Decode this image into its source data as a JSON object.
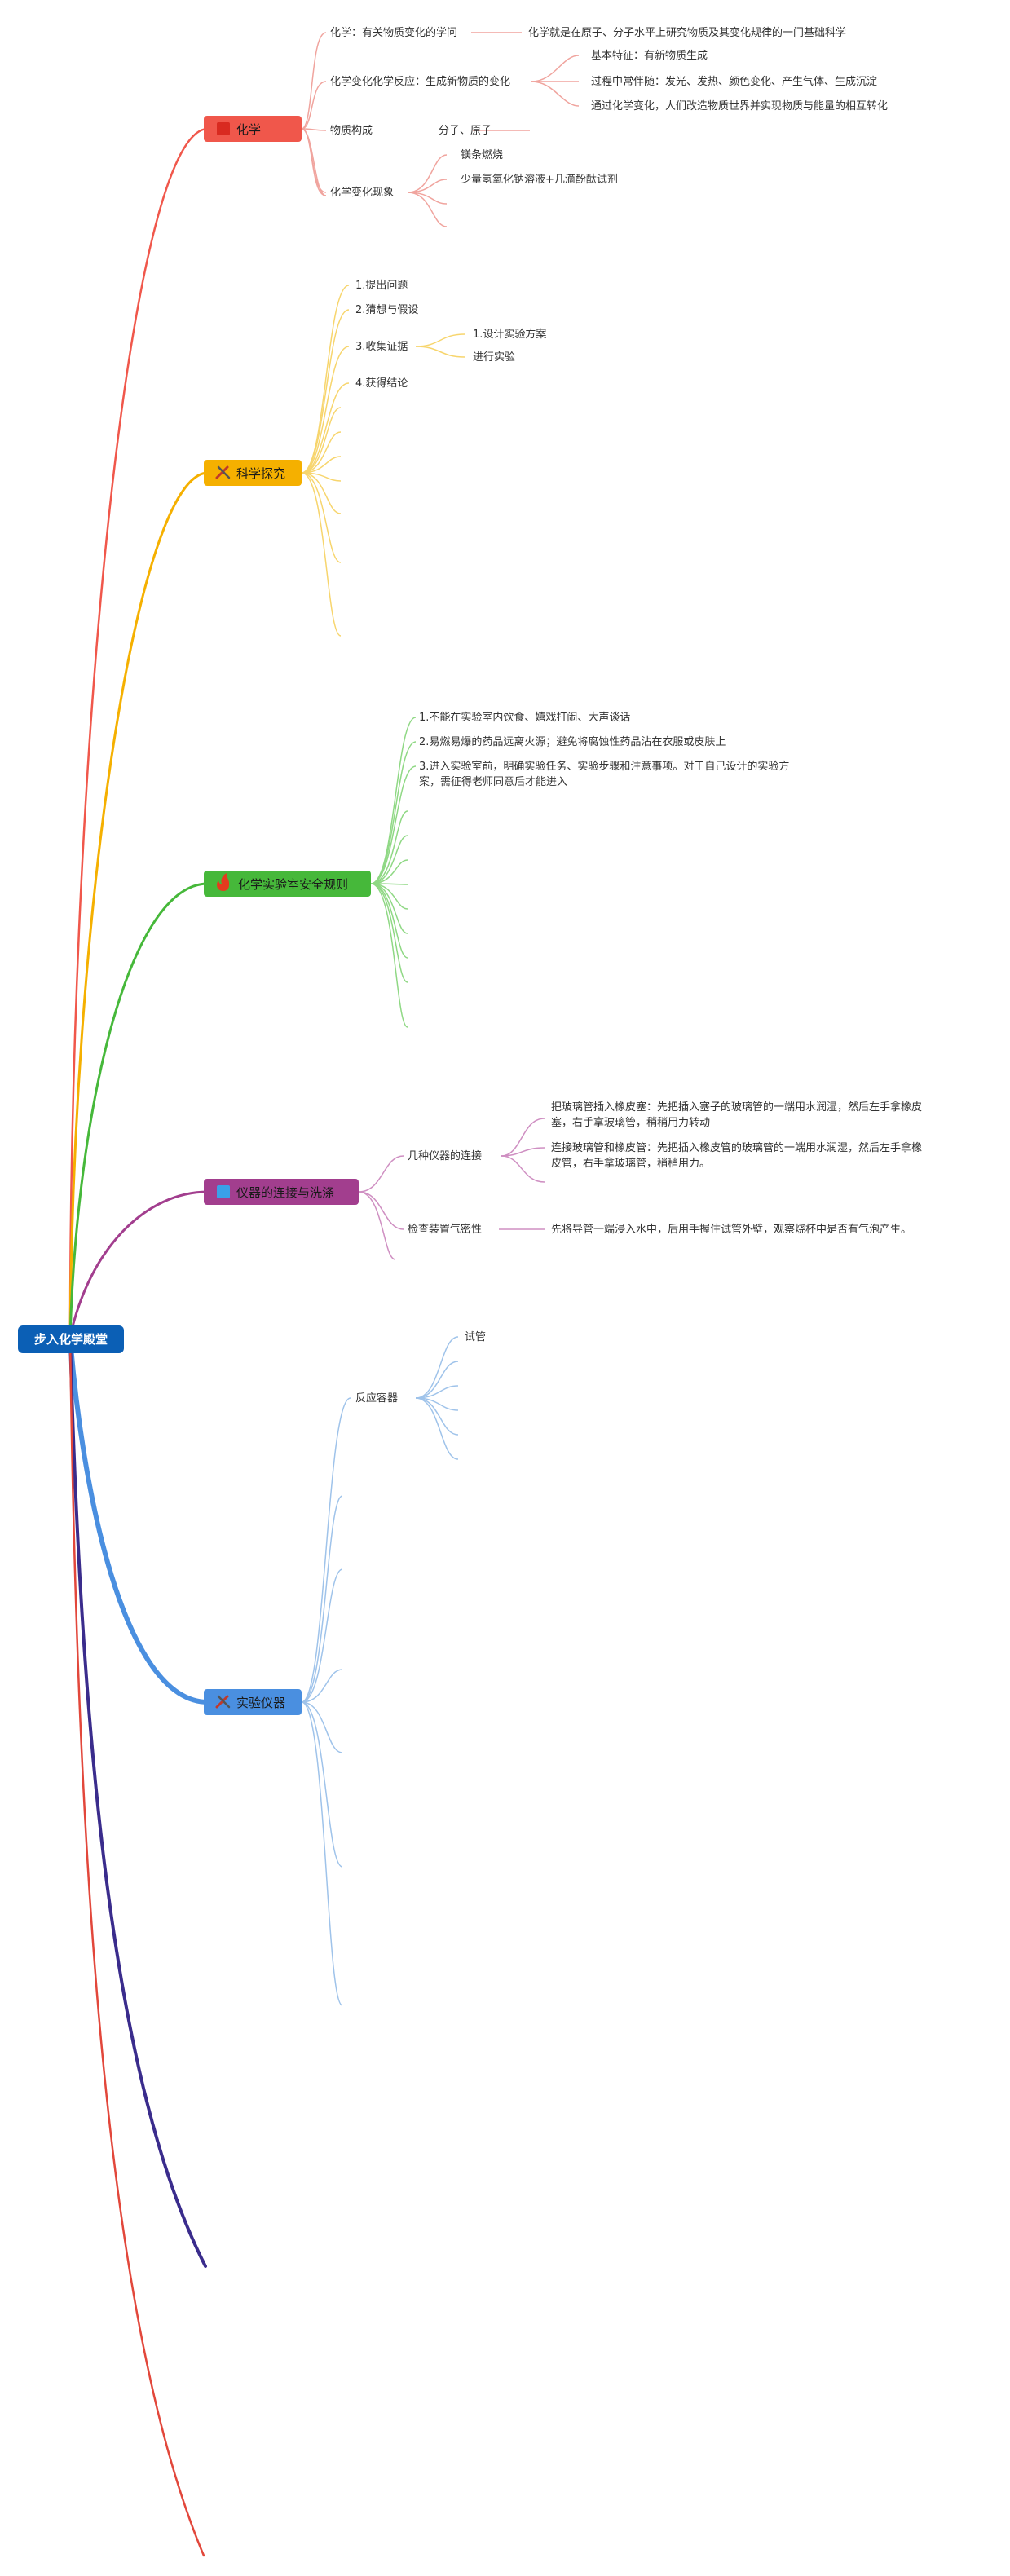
{
  "root": {
    "label": "步入化学殿堂",
    "color": "#0b5fb5"
  },
  "branches": {
    "chemistry": {
      "label": "化学",
      "color": "#f0574b",
      "icon": "red-square-icon",
      "children": [
        "化学：有关物质变化的学问",
        "化学变化化学反应：生成新物质的变化",
        "物质构成",
        "化学变化现象"
      ],
      "leaves": {
        "definition": "化学就是在原子、分子水平上研究物质及其变化规律的一门基础科学",
        "basic_feature": "基本特征：有新物质生成",
        "accompany": "过程中常伴随：发光、发热、颜色变化、产生气体、生成沉淀",
        "transform": "通过化学变化，人们改造物质世界并实现物质与能量的相互转化",
        "composition": "分子、原子",
        "phenomenon_1": "镁条燃烧",
        "phenomenon_2": "少量氢氧化钠溶液+几滴酚酞试剂"
      }
    },
    "inquiry": {
      "label": "科学探究",
      "color": "#f5b000",
      "icon": "tools-icon",
      "children": [
        "1.提出问题",
        "2.猜想与假设",
        "3.收集证据",
        "4.获得结论"
      ],
      "leaves": {
        "design": "1.设计实验方案",
        "conduct": "进行实验"
      }
    },
    "safety": {
      "label": "化学实验室安全规则",
      "color": "#46b83a",
      "icon": "fire-icon",
      "children": [
        "1.不能在实验室内饮食、嬉戏打闹、大声谈话",
        "2.易燃易爆的药品远离火源；避免将腐蚀性药品沾在衣服或皮肤上",
        "3.进入实验室前，明确实验任务、实验步骤和注意事项。对于自己设计的实验方",
        "案，需征得老师同意后才能进入"
      ]
    },
    "connection": {
      "label": "仪器的连接与洗涤",
      "color": "#a23e8e",
      "icon": "blue-square-icon",
      "children": [
        "几种仪器的连接",
        "检查装置气密性"
      ],
      "leaves": {
        "plug_1": "把玻璃管插入橡皮塞：先把插入塞子的玻璃管的一端用水润湿，然后左手拿橡皮",
        "plug_2": "塞，右手拿玻璃管，稍稍用力转动",
        "tube_1": "连接玻璃管和橡皮管：先把插入橡皮管的玻璃管的一端用水润湿，然后左手拿橡",
        "tube_2": "皮管，右手拿玻璃管，稍稍用力。",
        "airtight": "先将导管一端浸入水中，后用手握住试管外壁，观察烧杯中是否有气泡产生。"
      }
    },
    "instruments": {
      "label": "实验仪器",
      "color": "#4a8fe0",
      "icon": "tools-icon",
      "children": [
        "反应容器"
      ],
      "leaves": {
        "test_tube": "试管"
      }
    }
  },
  "extra_branch_colors": {
    "indigo": "#3a2c8c",
    "red": "#e2473b"
  }
}
